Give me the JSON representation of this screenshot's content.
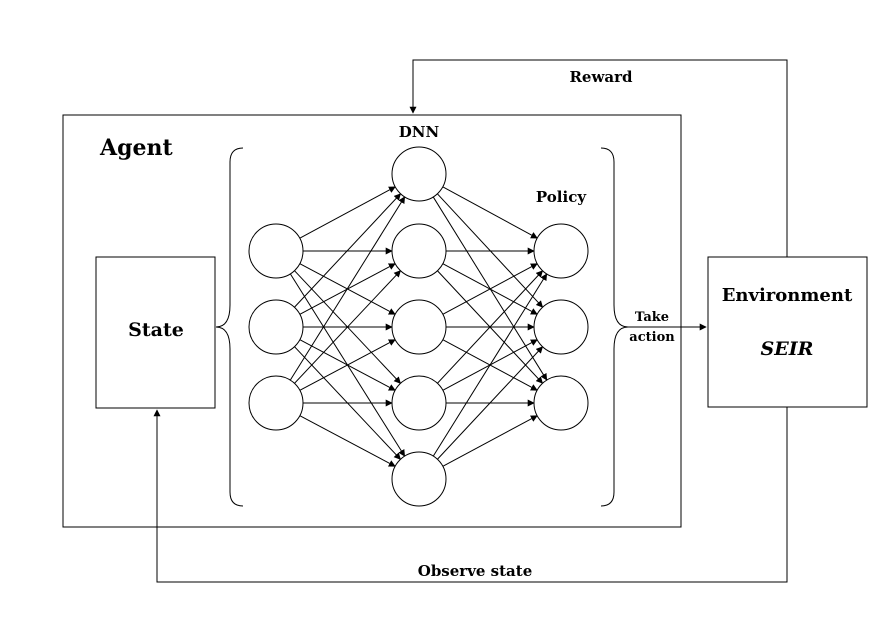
{
  "agent": {
    "label": "Agent"
  },
  "state": {
    "label": "State"
  },
  "dnn": {
    "label": "DNN"
  },
  "policy": {
    "label": "Policy"
  },
  "environment": {
    "label": "Environment",
    "model": "SEIR"
  },
  "edges": {
    "reward": "Reward",
    "take_action_line1": "Take",
    "take_action_line2": "action",
    "observe_state": "Observe state"
  },
  "network": {
    "input_nodes": 3,
    "hidden_nodes": 5,
    "output_nodes": 3
  },
  "colors": {
    "stroke": "#000000",
    "background": "#ffffff"
  }
}
